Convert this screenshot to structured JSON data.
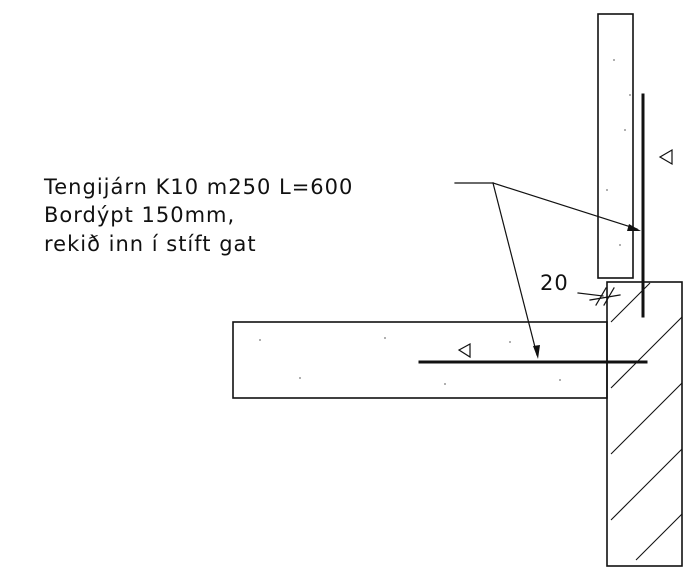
{
  "annotation": {
    "lines": [
      "Tengijárn K10 m250 L=600",
      "Bordýpt 150mm,",
      "rekið inn í stíft gat"
    ]
  },
  "dimension": {
    "value": "20"
  },
  "colors": {
    "ink": "#111111",
    "background": "#ffffff"
  }
}
